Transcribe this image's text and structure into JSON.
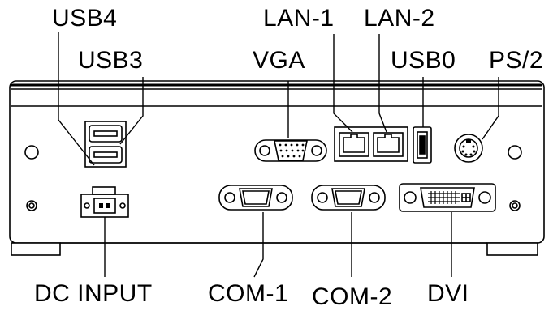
{
  "labels": {
    "usb4": "USB4",
    "usb3": "USB3",
    "lan1": "LAN-1",
    "lan2": "LAN-2",
    "vga": "VGA",
    "usb0": "USB0",
    "ps2": "PS/2",
    "dc_input": "DC INPUT",
    "com1": "COM-1",
    "com2": "COM-2",
    "dvi": "DVI"
  },
  "colors": {
    "line": "#000000",
    "background": "#ffffff",
    "port_fill": "#ffffff"
  }
}
